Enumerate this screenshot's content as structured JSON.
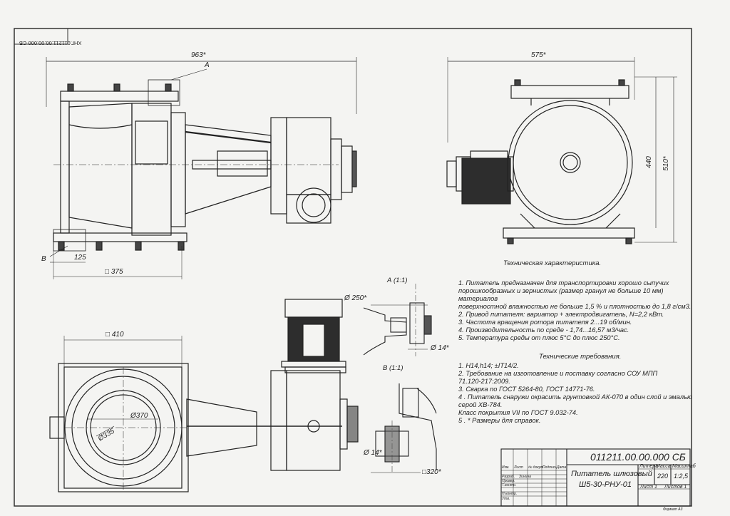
{
  "stamp_id": "ХНГ.011211.00.00.000 СБ",
  "dimensions": {
    "overall_length": "963*",
    "detail_a_callout": "A",
    "view_b_callout": "B",
    "flange_offset": "125",
    "base_square": "□ 375",
    "side_width": "575*",
    "height_440": "440",
    "height_510": "510*",
    "top_square": "□ 410",
    "rotor_dia": "Ø370",
    "inlet_dia": "Ø335",
    "flange_250": "Ø 250*",
    "bolt_14_a": "Ø 14*",
    "bolt_14_b": "Ø 14*",
    "square_320": "□320*"
  },
  "detail_a_title": "А (1:1)",
  "detail_b_title": "В (1:1)",
  "tech_char": {
    "title": "Техническая характеристика.",
    "lines": [
      "1. Питатель предназначен для транспортировки хорошо сыпучих",
      "порошкообразных и зернистых (размер гранул не больше 10 мм)",
      "материалов",
      "поверхностной влажностью не больше 1,5 % и плотностью до 1,8 г/см3.",
      "2. Привод питателя: вариатор + электродвигатель, N=2,2 кВт.",
      "3. Частота вращения ротора питателя 2...19 об/мин.",
      "4. Производительность по среде - 1,74...16,57 м3/час.",
      "5. Температура среды от плюс 5°С до плюс 250°С."
    ]
  },
  "tech_req": {
    "title": "Технические требования.",
    "lines": [
      "1. Н14,h14; ±IT14/2.",
      "2. Требование на изготовление и поставку согласно СОУ МПП",
      "71.120-217:2009.",
      "3. Сварка по ГОСТ 5264-80, ГОСТ 14771-76.",
      "4 . Питатель снаружи окрасить грунтовкой АК-070 в один слой и эмалью",
      "серой ХВ-784.",
      "Класс покрытия  VII  по ГОСТ 9.032-74.",
      "5 . * Размеры для справок."
    ]
  },
  "title_block": {
    "doc_number": "011211.00.00.000  СБ",
    "name_line1": "Питатель шлюзовый",
    "name_line2": "Ш5-30-РНУ-01",
    "col_litera": "Литера",
    "col_mass": "Масса",
    "col_scale": "Масштаб",
    "mass": "220",
    "scale": "1:2,5",
    "sheet": "Лист 1",
    "sheets": "Листов 1",
    "rows": [
      "Изм.",
      "Лист",
      "№ докум.",
      "Подпись",
      "Дата",
      "Разраб.",
      "Зинина",
      "Провер.",
      "Т.контр.",
      "Н.контр.",
      "Утв."
    ],
    "format": "Формат А3"
  }
}
